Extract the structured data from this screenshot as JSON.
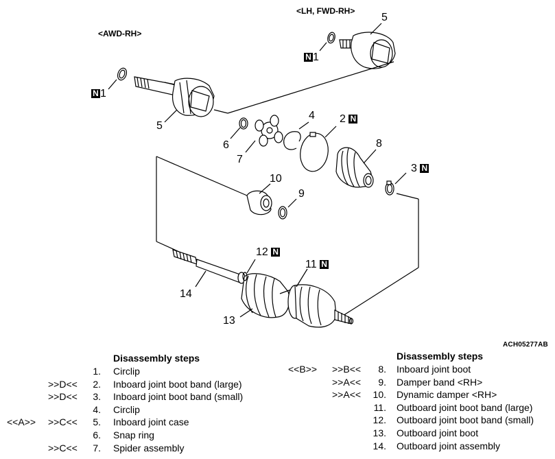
{
  "variants": {
    "awd_rh": "<AWD-RH>",
    "lh_fwd_rh": "<LH, FWD-RH>"
  },
  "badge": "N",
  "figure_code": "ACH05277AB",
  "callouts": {
    "c1a": "1",
    "c1b": "1",
    "c5a": "5",
    "c5b": "5",
    "c2": "2",
    "c3": "3",
    "c4": "4",
    "c6": "6",
    "c7": "7",
    "c8": "8",
    "c9": "9",
    "c10": "10",
    "c11": "11",
    "c12": "12",
    "c13": "13",
    "c14": "14"
  },
  "steps_heading": "Disassembly steps",
  "steps_left": [
    {
      "ref1": "",
      "ref2": "",
      "num": "1.",
      "name": "Circlip"
    },
    {
      "ref1": "",
      "ref2": ">>D<<",
      "num": "2.",
      "name": "Inboard joint boot band (large)"
    },
    {
      "ref1": "",
      "ref2": ">>D<<",
      "num": "3.",
      "name": "Inboard joint boot band (small)"
    },
    {
      "ref1": "",
      "ref2": "",
      "num": "4.",
      "name": "Circlip"
    },
    {
      "ref1": "<<A>>",
      "ref2": ">>C<<",
      "num": "5.",
      "name": "Inboard joint case"
    },
    {
      "ref1": "",
      "ref2": "",
      "num": "6.",
      "name": "Snap ring"
    },
    {
      "ref1": "",
      "ref2": ">>C<<",
      "num": "7.",
      "name": "Spider assembly"
    }
  ],
  "steps_right": [
    {
      "ref1": "<<B>>",
      "ref2": ">>B<<",
      "num": "8.",
      "name": "Inboard joint boot"
    },
    {
      "ref1": "",
      "ref2": ">>A<<",
      "num": "9.",
      "name": "Damper band <RH>"
    },
    {
      "ref1": "",
      "ref2": ">>A<<",
      "num": "10.",
      "name": "Dynamic damper <RH>"
    },
    {
      "ref1": "",
      "ref2": "",
      "num": "11.",
      "name": "Outboard joint boot band (large)"
    },
    {
      "ref1": "",
      "ref2": "",
      "num": "12.",
      "name": "Outboard joint boot band (small)"
    },
    {
      "ref1": "",
      "ref2": "",
      "num": "13.",
      "name": "Outboard joint boot"
    },
    {
      "ref1": "",
      "ref2": "",
      "num": "14.",
      "name": "Outboard joint assembly"
    }
  ]
}
